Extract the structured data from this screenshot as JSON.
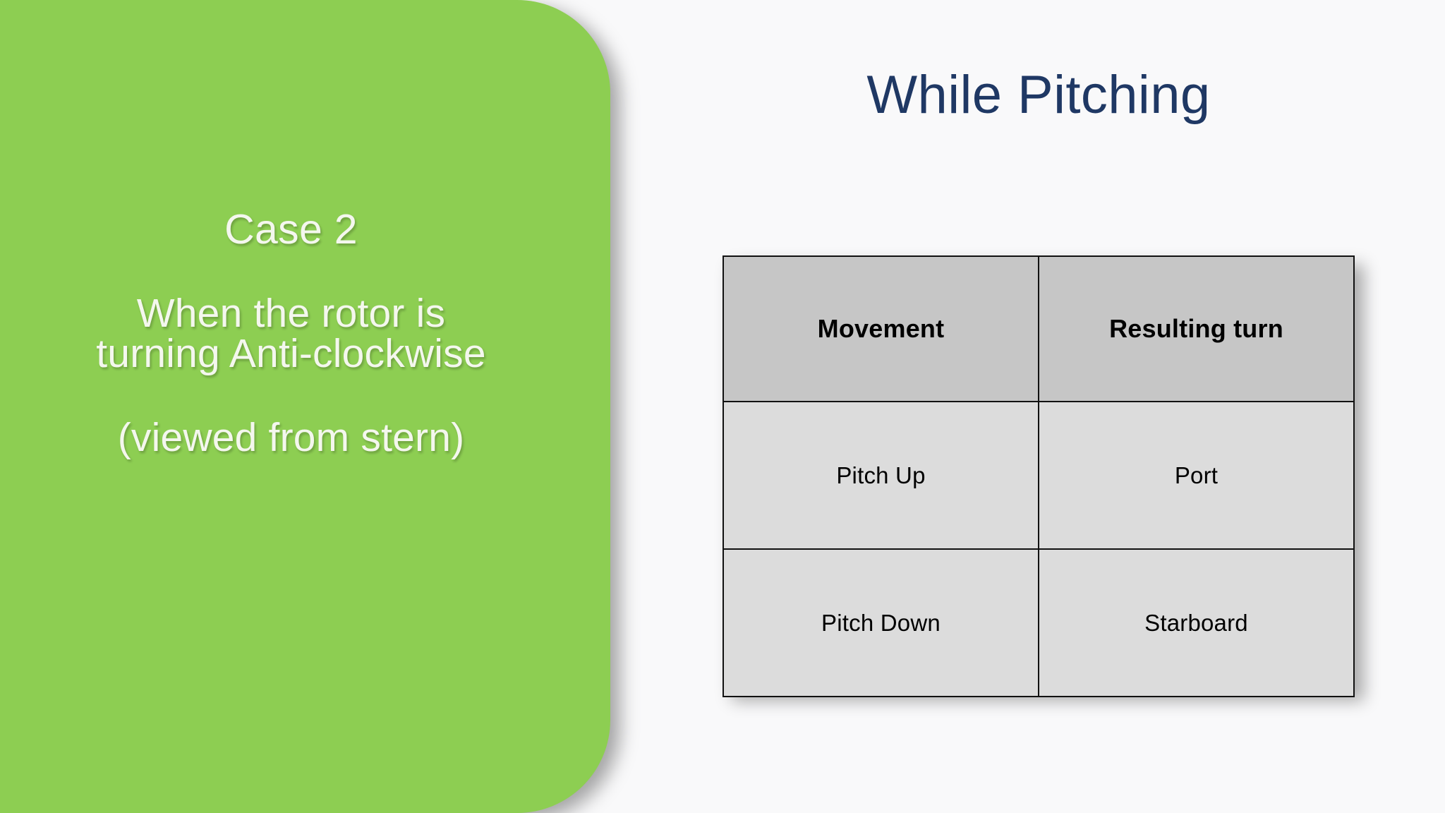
{
  "slide": {
    "background_color": "#f9f9fa"
  },
  "left_panel": {
    "background_color": "#8dce52",
    "text_color": "#f4f7ee",
    "case_label": "Case 2",
    "description_line_1": "When the rotor is",
    "description_line_2": "turning Anti-clockwise",
    "view_note": "(viewed from stern)"
  },
  "right_panel": {
    "title": "While Pitching",
    "title_color": "#1f3864"
  },
  "table": {
    "header_background": "#c6c6c6",
    "body_background": "#dcdcdc",
    "border_color": "#111111",
    "columns": [
      "Movement",
      "Resulting turn"
    ],
    "rows": [
      {
        "movement": "Pitch Up",
        "resulting_turn": "Port"
      },
      {
        "movement": "Pitch Down",
        "resulting_turn": "Starboard"
      }
    ]
  }
}
